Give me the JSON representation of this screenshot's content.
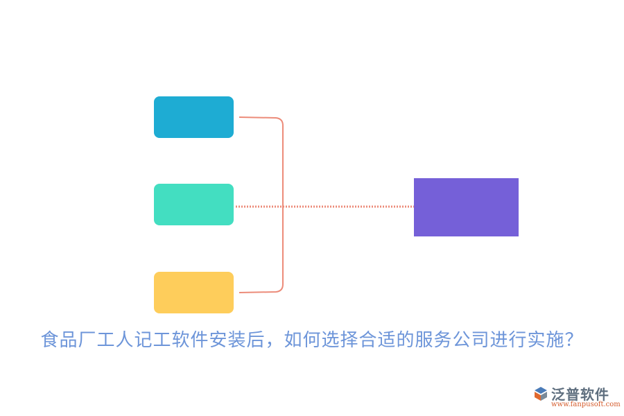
{
  "diagram": {
    "colors": {
      "node_top": "#1eacd3",
      "node_mid": "#43dec1",
      "node_bottom": "#fecd5b",
      "node_target": "#7560d8",
      "connector": "#ec8b79"
    }
  },
  "caption": {
    "text": "食品厂工人记工软件安装后，如何选择合适的服务公司进行实施？",
    "color": "#6d95d9"
  },
  "logo": {
    "name": "泛普软件",
    "url": "www.fanpusoft.com",
    "icon": "fanpu-logo-icon",
    "name_color": "#5f6f7f",
    "url_color": "#d45a2a"
  }
}
